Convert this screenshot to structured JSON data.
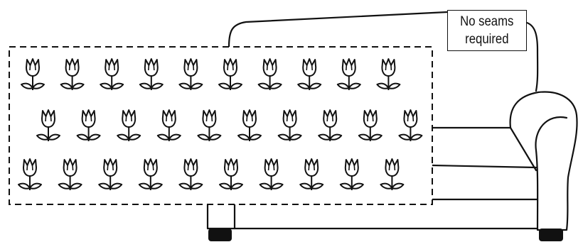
{
  "callout": {
    "line1": "No seams",
    "line2": "required"
  },
  "fabric_motif": {
    "icon": "tulip-icon",
    "rows": [
      10,
      10,
      10
    ]
  },
  "colors": {
    "ink": "#111111",
    "background": "#ffffff"
  }
}
